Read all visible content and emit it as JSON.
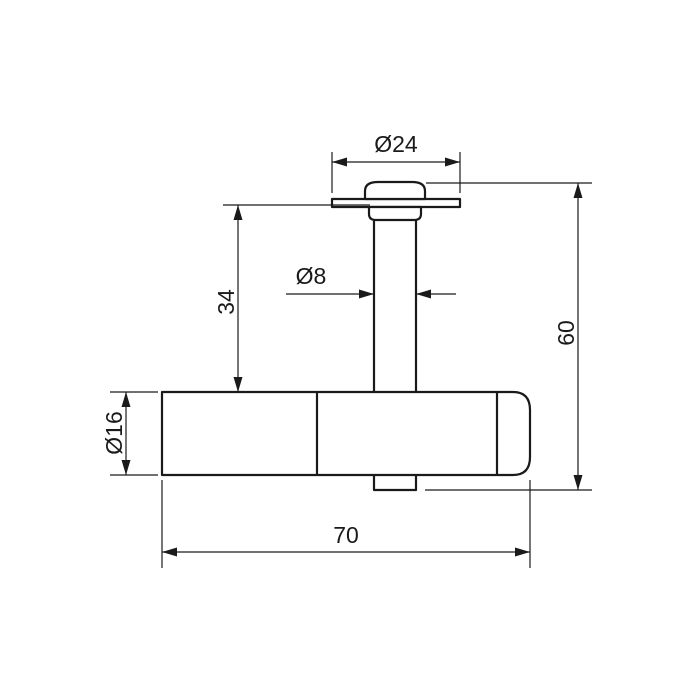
{
  "dimensions": {
    "flange_diameter": "Ø24",
    "pin_diameter": "Ø8",
    "pin_length": "34",
    "total_height": "60",
    "body_diameter": "Ø16",
    "body_length": "70"
  }
}
